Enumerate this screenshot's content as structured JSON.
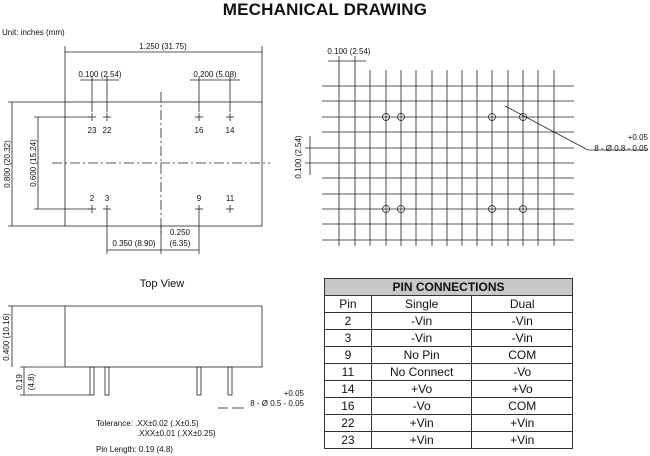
{
  "title": "MECHANICAL DRAWING",
  "unit_note": "Unit: inches (mm)",
  "top_view": {
    "label": "Top View",
    "dim_overall_width": "1.250 (31.75)",
    "dim_pitch_left": "0.100 (2.54)",
    "dim_pitch_right": "0.200 (5.08)",
    "dim_height_outer": "0.800 (20.32)",
    "dim_height_inner": "0.600 (15.24)",
    "dim_bottom_left": "0.350 (8.90)",
    "dim_bottom_right_1": "0.250",
    "dim_bottom_right_2": "(6.35)",
    "pin_labels": [
      "23",
      "22",
      "16",
      "14",
      "2",
      "3",
      "9",
      "11"
    ]
  },
  "grid_view": {
    "dim_pitch_top": "0.100 (2.54)",
    "dim_pitch_side": "0.100 (2.54)",
    "hole_tol": "+0.05",
    "hole_spec": "8 - Ø 0.8 - 0.05"
  },
  "side_view": {
    "dim_height": "0.400 (10.16)",
    "dim_pin": "0.19",
    "dim_pin_mm": "(4.8)",
    "pin_tol": "+0.05",
    "pin_spec": "8 - Ø 0.5 - 0.05",
    "tolerance_label": "Tolerance: .XX±0.02 (.X±0.5)",
    "tolerance_line2": ".XXX±0.01 (.XX±0.25)",
    "pin_length": "Pin Length: 0.19 (4.8)"
  },
  "pin_table": {
    "title": "PIN CONNECTIONS",
    "headers": [
      "Pin",
      "Single",
      "Dual"
    ],
    "rows": [
      [
        "2",
        "-Vin",
        "-Vin"
      ],
      [
        "3",
        "-Vin",
        "-Vin"
      ],
      [
        "9",
        "No Pin",
        "COM"
      ],
      [
        "11",
        "No Connect",
        "-Vo"
      ],
      [
        "14",
        "+Vo",
        "+Vo"
      ],
      [
        "16",
        "-Vo",
        "COM"
      ],
      [
        "22",
        "+Vin",
        "+Vin"
      ],
      [
        "23",
        "+Vin",
        "+Vin"
      ]
    ]
  }
}
